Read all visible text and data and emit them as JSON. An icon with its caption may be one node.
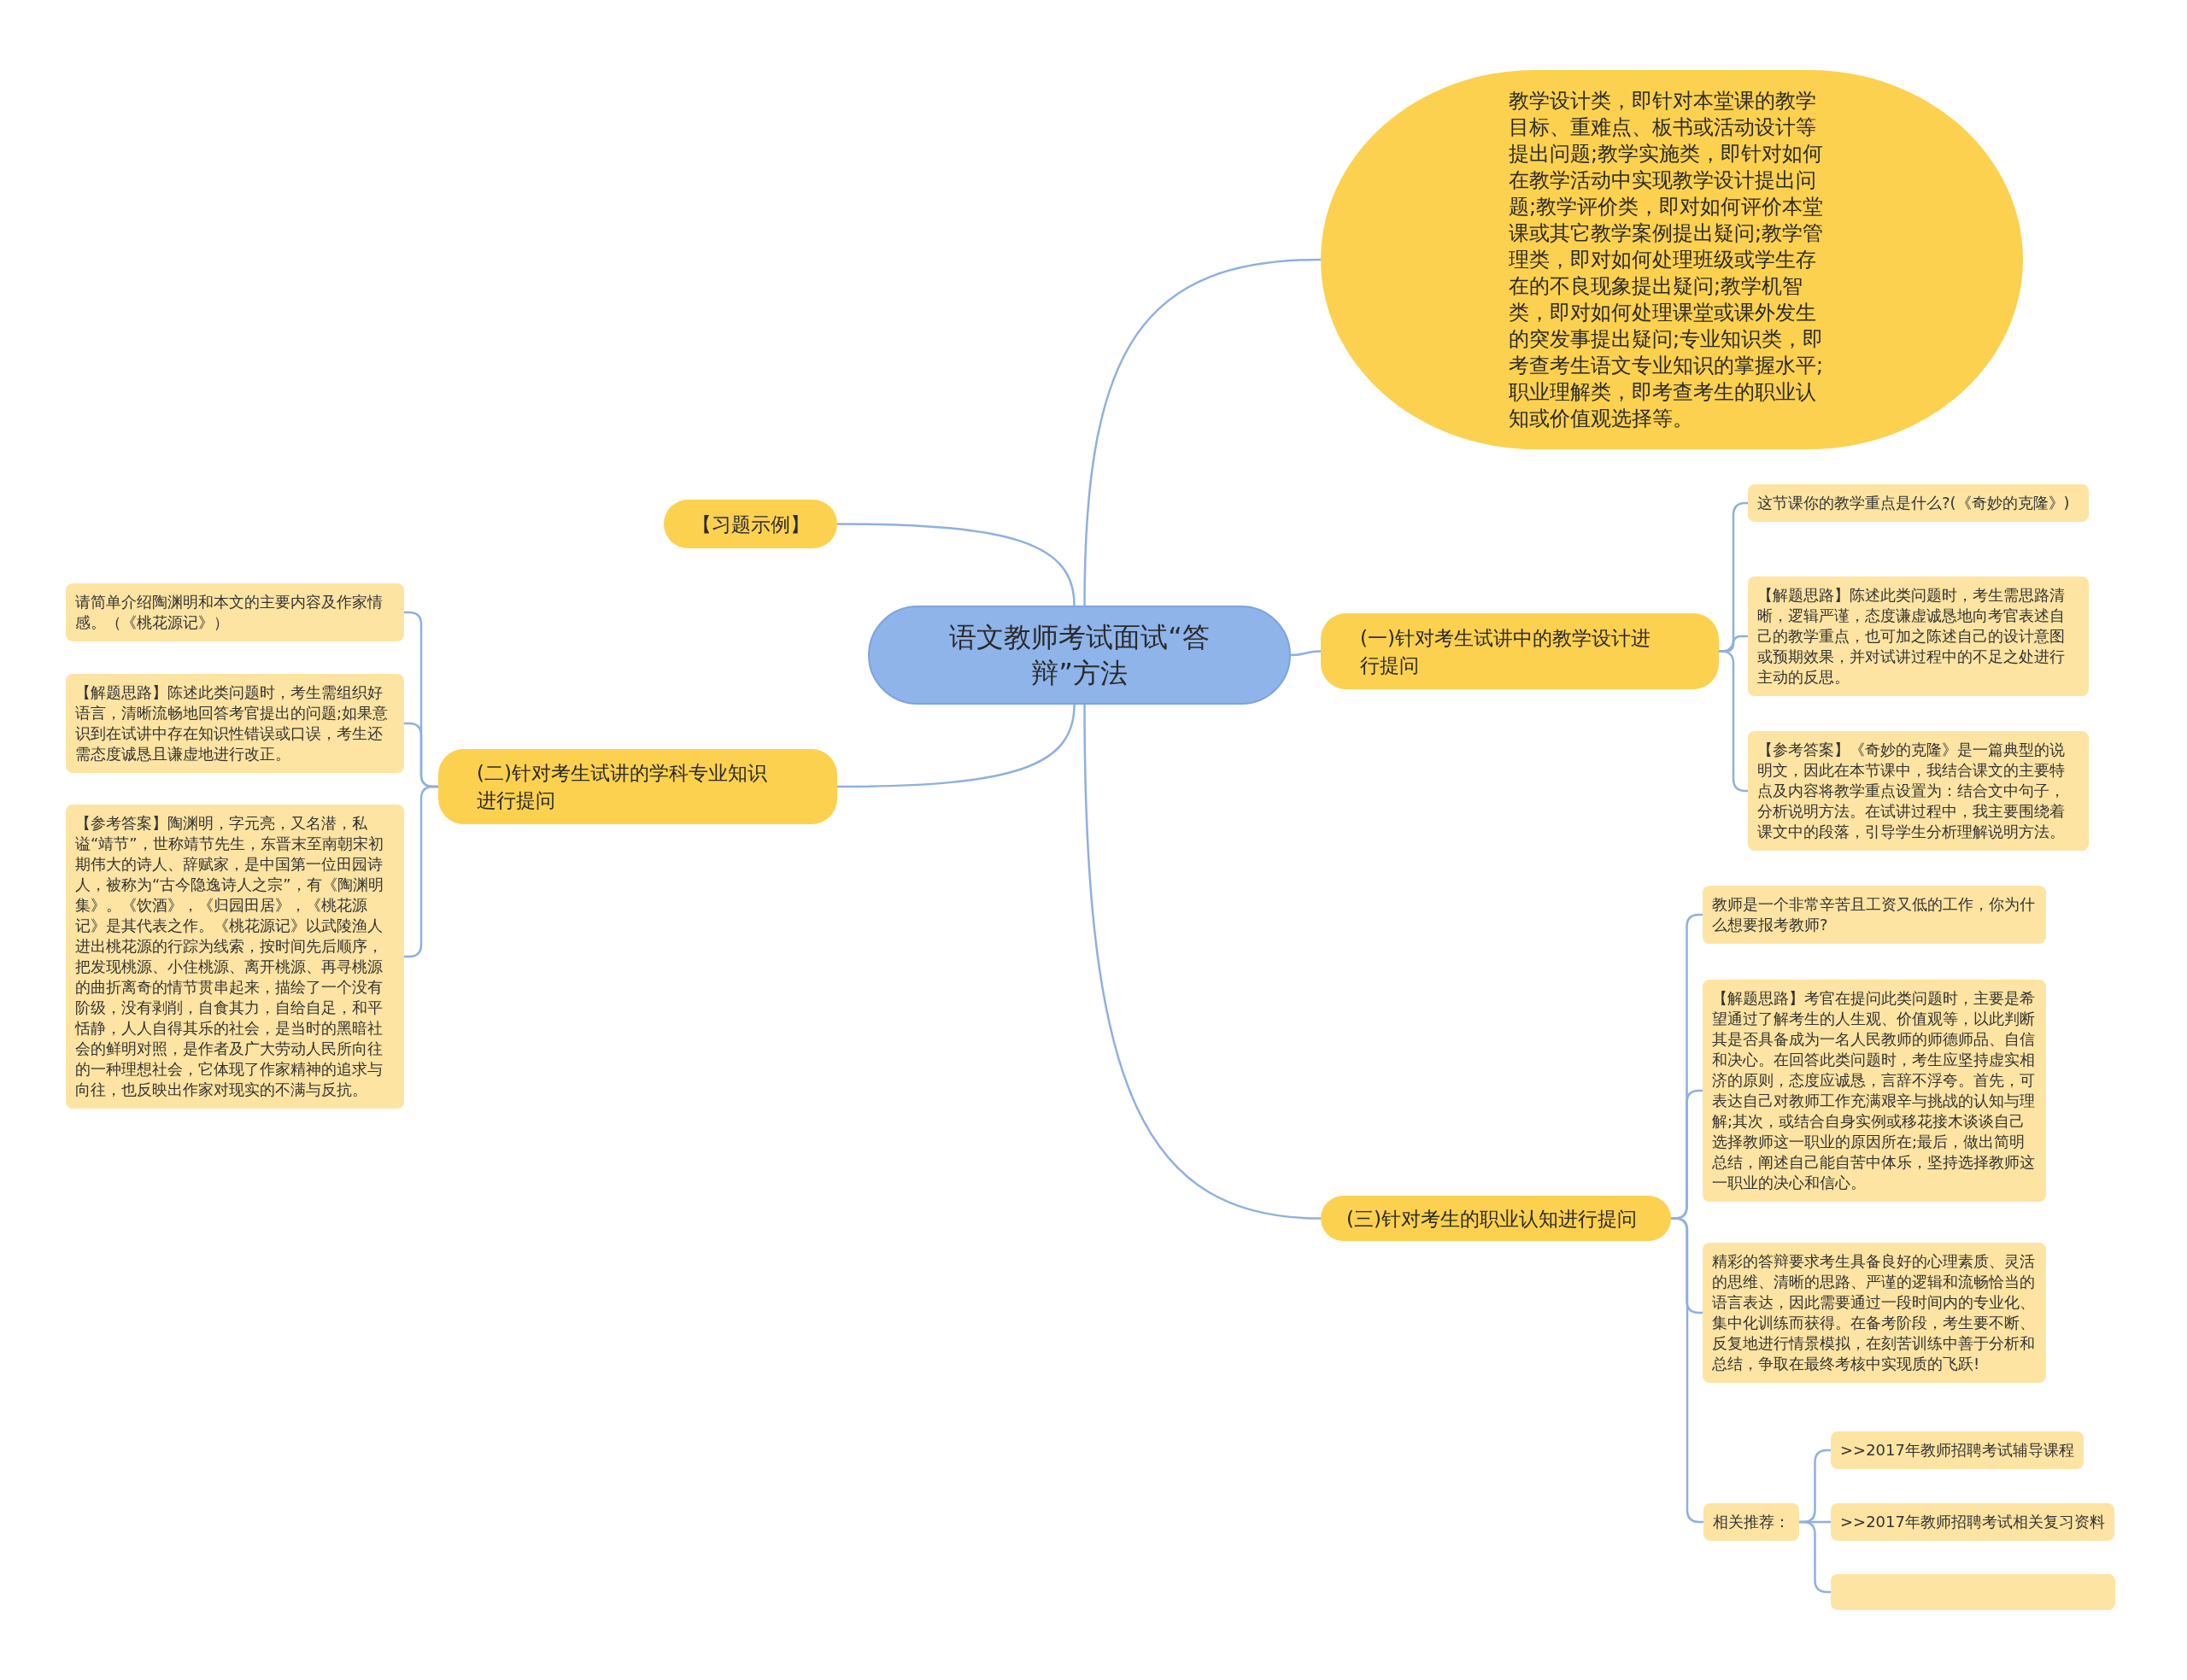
{
  "diagram": {
    "nodes": [
      {
        "text": [
          "语文教师考试面试“答辩”方法"
        ]
      },
      {
        "text": [
          "教学设计类，即针对本堂课的教学目标、重难点、板书或活动设计等提出问题;教学实施类，即针对如何在教学活动中实现教学设计提出问题;教学评价类，即对如何评价本堂课或其它教学案例提出疑问;教学管理类，即对如何处理班级或学生存在的不良现象提出疑问;教学机智类，即对如何处理课堂或课外发生的突发事提出疑问;专业知识类，即考查考生语文专业知识的掌握水平;职业理解类，即考查考生的职业认知或价值观选择等。"
        ]
      },
      {
        "text": [
          "【习题示例】"
        ]
      },
      {
        "text": [
          "(一)针对考生试讲中的教学设计进行提问"
        ]
      },
      {
        "text": [
          "(二)针对考生试讲的学科专业知识进行提问"
        ]
      },
      {
        "text": [
          "(三)针对考生的职业认知进行提问"
        ]
      },
      {
        "text": [
          "这节课你的教学重点是什么?(《奇妙的克隆》)"
        ]
      },
      {
        "text": [
          "【解题思路】陈述此类问题时，考生需思路清晰，逻辑严谨，态度谦虚诚恳地向考官表述自己的教学重点，也可加之陈述自己的设计意图或预期效果，并对试讲过程中的不足之处进行主动的反思。"
        ]
      },
      {
        "text": [
          "【参考答案】《奇妙的克隆》是一篇典型的说明文，因此在本节课中，我结合课文的主要特点及内容将教学重点设置为：结合文中句子，分析说明方法。在试讲过程中，我主要围绕着课文中的段落，引导学生分析理解说明方法。"
        ]
      },
      {
        "text": [
          "请简单介绍陶渊明和本文的主要内容及作家情感。（《桃花源记》）"
        ]
      },
      {
        "text": [
          "【解题思路】陈述此类问题时，考生需组织好语言，清晰流畅地回答考官提出的问题;如果意识到在试讲中存在知识性错误或口误，考生还需态度诚恳且谦虚地进行改正。"
        ]
      },
      {
        "text": [
          "【参考答案】陶渊明，字元亮，又名潜，私谥“靖节”，世称靖节先生，东晋末至南朝宋初期伟大的诗人、辞赋家，是中国第一位田园诗人，被称为“古今隐逸诗人之宗”，有《陶渊明集》。《饮酒》，《归园田居》，《桃花源记》是其代表之作。《桃花源记》以武陵渔人进出桃花源的行踪为线索，按时间先后顺序，把发现桃源、小住桃源、离开桃源、再寻桃源的曲折离奇的情节贯串起来，描绘了一个没有阶级，没有剥削，自食其力，自给自足，和平恬静，人人自得其乐的社会，是当时的黑暗社会的鲜明对照，是作者及广大劳动人民所向往的一种理想社会，它体现了作家精神的追求与向往，也反映出作家对现实的不满与反抗。"
        ]
      },
      {
        "text": [
          "教师是一个非常辛苦且工资又低的工作，你为什么想要报考教师?"
        ]
      },
      {
        "text": [
          "【解题思路】考官在提问此类问题时，主要是希望通过了解考生的人生观、价值观等，以此判断其是否具备成为一名人民教师的师德师品、自信和决心。在回答此类问题时，考生应坚持虚实相济的原则，态度应诚恳，言辞不浮夸。首先，可表达自己对教师工作充满艰辛与挑战的认知与理解;其次，或结合自身实例或移花接木谈谈自己选择教师这一职业的原因所在;最后，做出简明总结，阐述自己能自苦中体乐，坚持选择教师这一职业的决心和信心。"
        ]
      },
      {
        "text": [
          "精彩的答辩要求考生具备良好的心理素质、灵活的思维、清晰的思路、严谨的逻辑和流畅恰当的语言表达，因此需要通过一段时间内的专业化、集中化训练而获得。在备考阶段，考生要不断、反复地进行情景模拟，在刻苦训练中善于分析和总结，争取在最终考核中实现质的飞跃!"
        ]
      },
      {
        "text": [
          "相关推荐："
        ]
      },
      {
        "text": [
          ">>2017年教师招聘考试辅导课程"
        ]
      },
      {
        "text": [
          ">>2017年教师招聘考试相关复习资料"
        ]
      },
      {
        "text": [],
        "shape": "box"
      }
    ],
    "edges": [
      {
        "from": 0,
        "to": 1,
        "arrow": "none"
      },
      {
        "from": 0,
        "to": 2,
        "arrow": "none"
      },
      {
        "from": 0,
        "to": 3,
        "arrow": "none"
      },
      {
        "from": 0,
        "to": 4,
        "arrow": "none"
      },
      {
        "from": 0,
        "to": 5,
        "arrow": "none"
      },
      {
        "from": 3,
        "to": 6,
        "arrow": "none"
      },
      {
        "from": 3,
        "to": 7,
        "arrow": "none"
      },
      {
        "from": 3,
        "to": 8,
        "arrow": "none"
      },
      {
        "from": 4,
        "to": 9,
        "arrow": "none"
      },
      {
        "from": 4,
        "to": 10,
        "arrow": "none"
      },
      {
        "from": 4,
        "to": 11,
        "arrow": "none"
      },
      {
        "from": 5,
        "to": 12,
        "arrow": "none"
      },
      {
        "from": 5,
        "to": 13,
        "arrow": "none"
      },
      {
        "from": 5,
        "to": 14,
        "arrow": "none"
      },
      {
        "from": 5,
        "to": 15,
        "arrow": "none"
      },
      {
        "from": 15,
        "to": 16,
        "arrow": "none"
      },
      {
        "from": 15,
        "to": 17,
        "arrow": "none"
      },
      {
        "from": 15,
        "to": 18,
        "arrow": "none"
      }
    ]
  }
}
